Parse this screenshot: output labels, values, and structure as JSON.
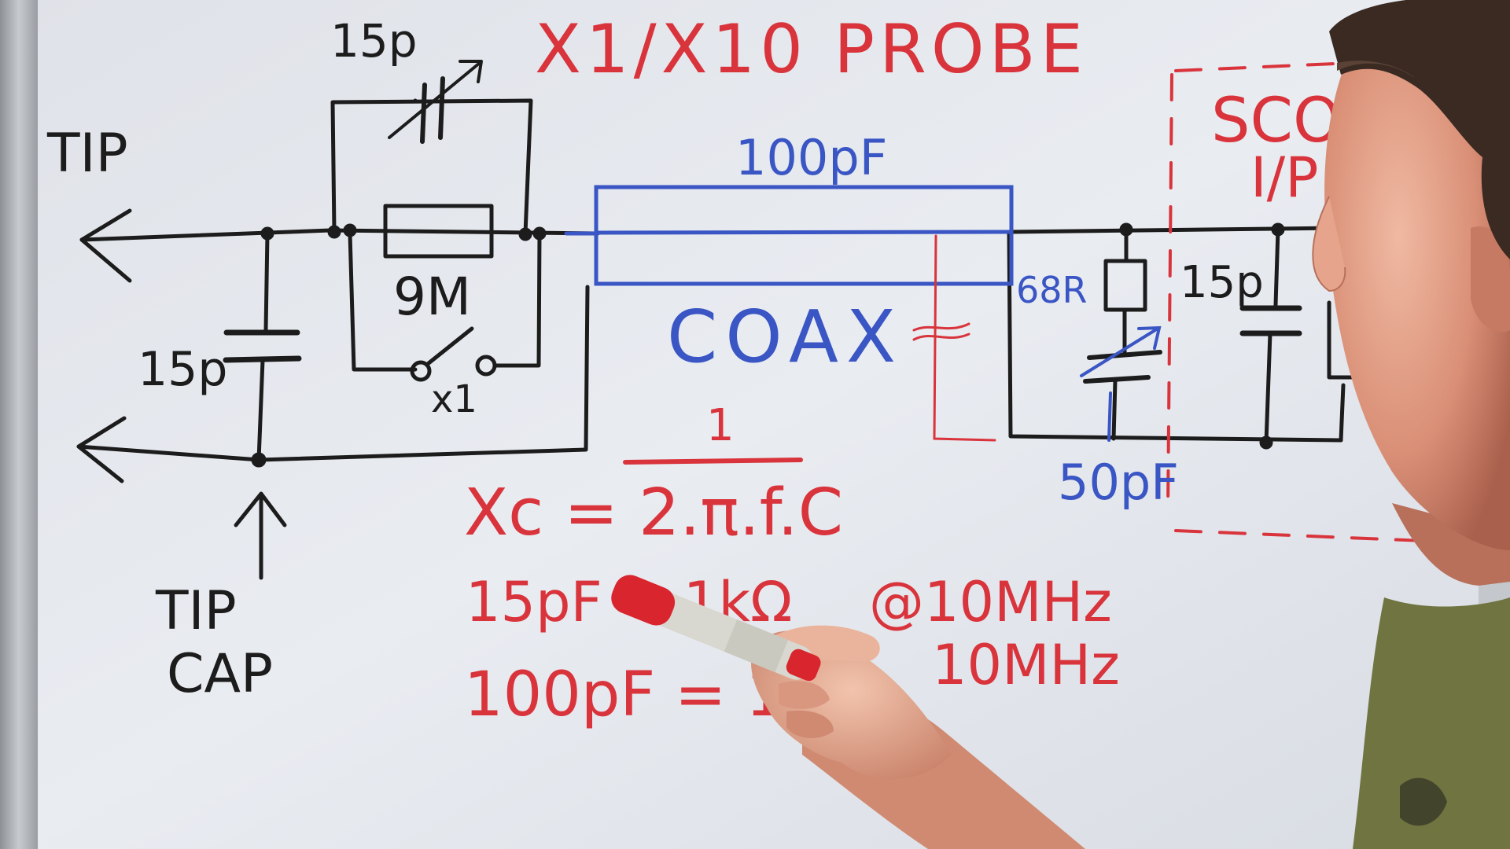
{
  "scene": {
    "description_colors": {
      "board": "#e6e9ee",
      "black_marker": "#1c1c1c",
      "red_marker": "#d9343c",
      "blue_marker": "#3a55c4"
    }
  },
  "title": "X1/X10 PROBE",
  "labels": {
    "tip": "TIP",
    "tip_cap_line1": "TIP",
    "tip_cap_line2": "CAP",
    "trimmer_cap": "15p",
    "tip_cap_value": "15p",
    "resistor": "9M",
    "switch": "x1",
    "coax_cap": "100pF",
    "coax": "COAX",
    "resistor_68r": "68R",
    "comp_cap": "50pF",
    "scope_cap": "15p",
    "scope_line1": "SCOP",
    "scope_line2": "I/P"
  },
  "equations": {
    "fraction_numerator": "1",
    "xc_formula": "Xc = 2.π.f.C",
    "line1_left": "15pF = 1kΩ",
    "line1_right": "@10MHz",
    "line2_left": "100pF = 15",
    "line2_right": "10MHz"
  }
}
